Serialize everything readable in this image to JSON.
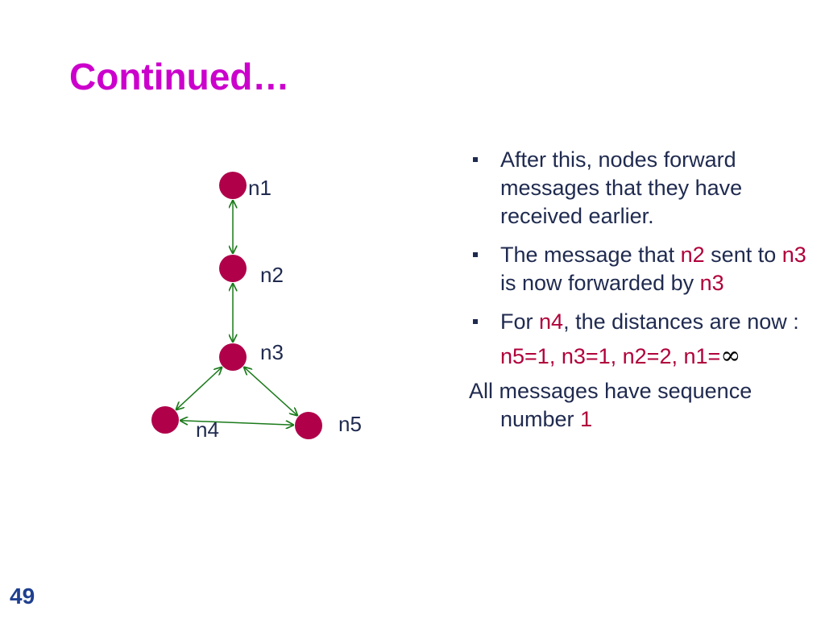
{
  "slide": {
    "title": "Continued…",
    "page_number": "49"
  },
  "diagram": {
    "nodes": [
      {
        "id": "n1",
        "label": "n1"
      },
      {
        "id": "n2",
        "label": "n2"
      },
      {
        "id": "n3",
        "label": "n3"
      },
      {
        "id": "n4",
        "label": "n4"
      },
      {
        "id": "n5",
        "label": "n5"
      }
    ],
    "edges": [
      {
        "from": "n1",
        "to": "n2"
      },
      {
        "from": "n2",
        "to": "n3"
      },
      {
        "from": "n3",
        "to": "n4"
      },
      {
        "from": "n3",
        "to": "n5"
      },
      {
        "from": "n4",
        "to": "n5"
      }
    ],
    "colors": {
      "node": "#b0004a",
      "edge": "#1a7a1a"
    }
  },
  "bullets": {
    "b1": "After this, nodes forward messages that they have received earlier.",
    "b2": {
      "p1": "The message that ",
      "h1": "n2",
      "p2": " sent to ",
      "h2": "n3",
      "p3": " is now forwarded by ",
      "h3": "n3"
    },
    "b3": {
      "p1": "For ",
      "h1": "n4",
      "p2": ", the distances are now :"
    },
    "distances": {
      "text": "n5=1, n3=1, n2=2, n1=",
      "infinity": "∞"
    },
    "footer": {
      "text": "All messages have sequence number ",
      "value": "1"
    }
  },
  "colors": {
    "title": "#cc00cc",
    "text": "#1f2a4f",
    "highlight": "#b0003a"
  }
}
